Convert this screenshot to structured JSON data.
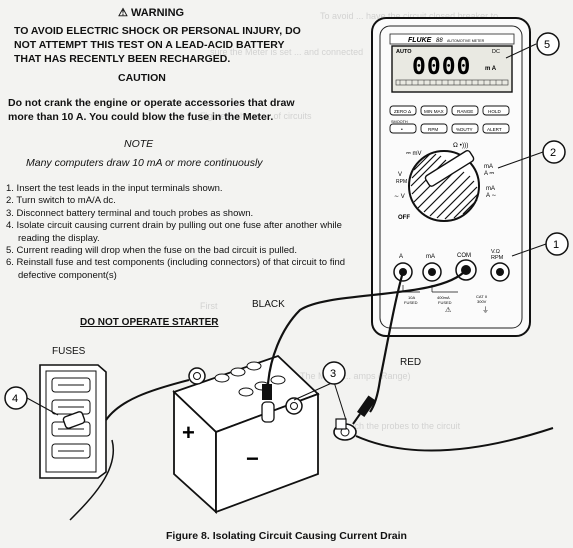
{
  "warning": {
    "title": "WARNING",
    "text": "TO AVOID ELECTRIC SHOCK OR PERSONAL INJURY, DO NOT ATTEMPT THIS TEST ON A LEAD-ACID BATTERY THAT HAS RECENTLY BEEN RECHARGED."
  },
  "caution": {
    "title": "CAUTION",
    "text": "Do not crank the engine or operate accessories that draw more than 10 A. You could blow the fuse in the Meter."
  },
  "note": {
    "title": "NOTE",
    "text": "Many computers draw 10 mA or more continuously"
  },
  "steps": [
    "1. Insert the test leads in the input terminals shown.",
    "2. Turn switch to mA/A dc.",
    "3. Disconnect battery terminal and touch probes as shown.",
    "4. Isolate circuit causing current drain by pulling out one fuse after another while reading the display.",
    "5. Current reading will drop when the fuse on the bad circuit is pulled.",
    "6. Reinstall fuse and test components (including connectors) of that circuit to find defective component(s)"
  ],
  "do_not_operate": "DO NOT OPERATE STARTER",
  "labels": {
    "fuses": "FUSES",
    "black": "BLACK",
    "red": "RED"
  },
  "callouts": [
    "1",
    "2",
    "3",
    "4",
    "5"
  ],
  "meter": {
    "brand": "FLUKE",
    "model": "88",
    "subtitle": "AUTOMOTIVE METER",
    "display": "0000",
    "auto": "AUTO",
    "dc": "DC",
    "unit": "m A",
    "buttons_row1": [
      "ZERO Δ",
      "MIN MAX",
      "RANGE",
      "HOLD"
    ],
    "buttons_row2_labels": [
      "SMOOTH",
      "",
      "",
      ""
    ],
    "buttons_row2": [
      "•",
      "RPM",
      "%DUTY",
      "ALERT"
    ],
    "dial_labels": {
      "mv": "⎓ mV",
      "ohm": "Ω •)))",
      "v_rpm": "V\nRPM",
      "ma_a_dc": "mA\nA ⎓",
      "ma_a_ac": "mA\nA ∼",
      "v_ac": "∼ V",
      "off": "OFF"
    },
    "jacks": [
      "A",
      "mA",
      "COM",
      "V.Ω\nRPM"
    ],
    "jack_notes": [
      "10A\nFUSED",
      "400mA\nFUSED",
      "CAT II\n300V"
    ]
  },
  "caption": "Figure 8. Isolating Circuit Causing Current Drain"
}
